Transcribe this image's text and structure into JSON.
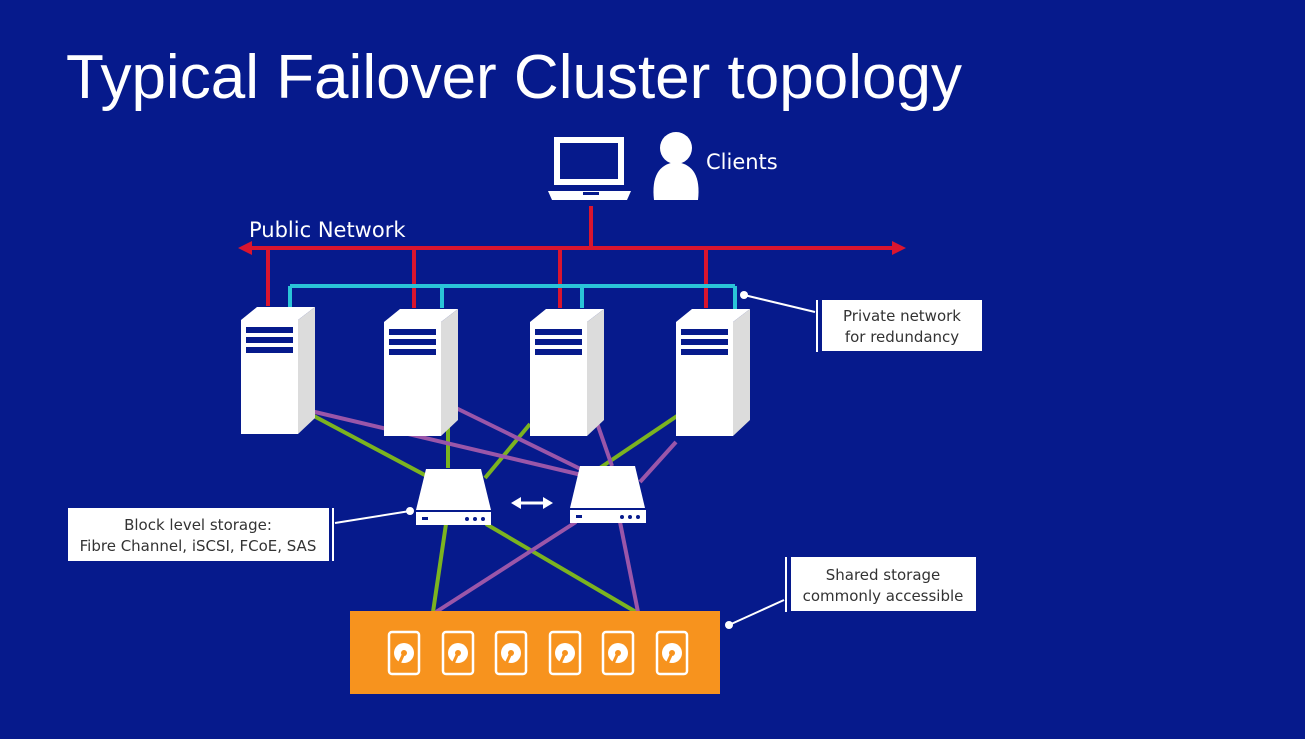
{
  "slide": {
    "title": "Typical Failover Cluster topology"
  },
  "labels": {
    "clients": "Clients",
    "public_network": "Public Network"
  },
  "callouts": {
    "private_network": [
      "Private network",
      "for redundancy"
    ],
    "block_storage": [
      "Block level storage:",
      "Fibre Channel, iSCSI, FCoE, SAS"
    ],
    "shared_storage": [
      "Shared storage",
      "commonly accessible"
    ]
  },
  "icons": {
    "client_device": "laptop-icon",
    "client_user": "user-icon",
    "server": "server-tower-icon",
    "switch": "storage-switch-icon",
    "disk": "hard-disk-icon",
    "link": "double-arrow-icon"
  },
  "colors": {
    "background": "#061a8c",
    "public_network": "#d9152f",
    "private_network": "#2ac4d8",
    "fabric_green": "#7bb320",
    "fabric_purple": "#9a56a9",
    "storage_array": "#f7931e",
    "callout_bg": "#ffffff"
  }
}
